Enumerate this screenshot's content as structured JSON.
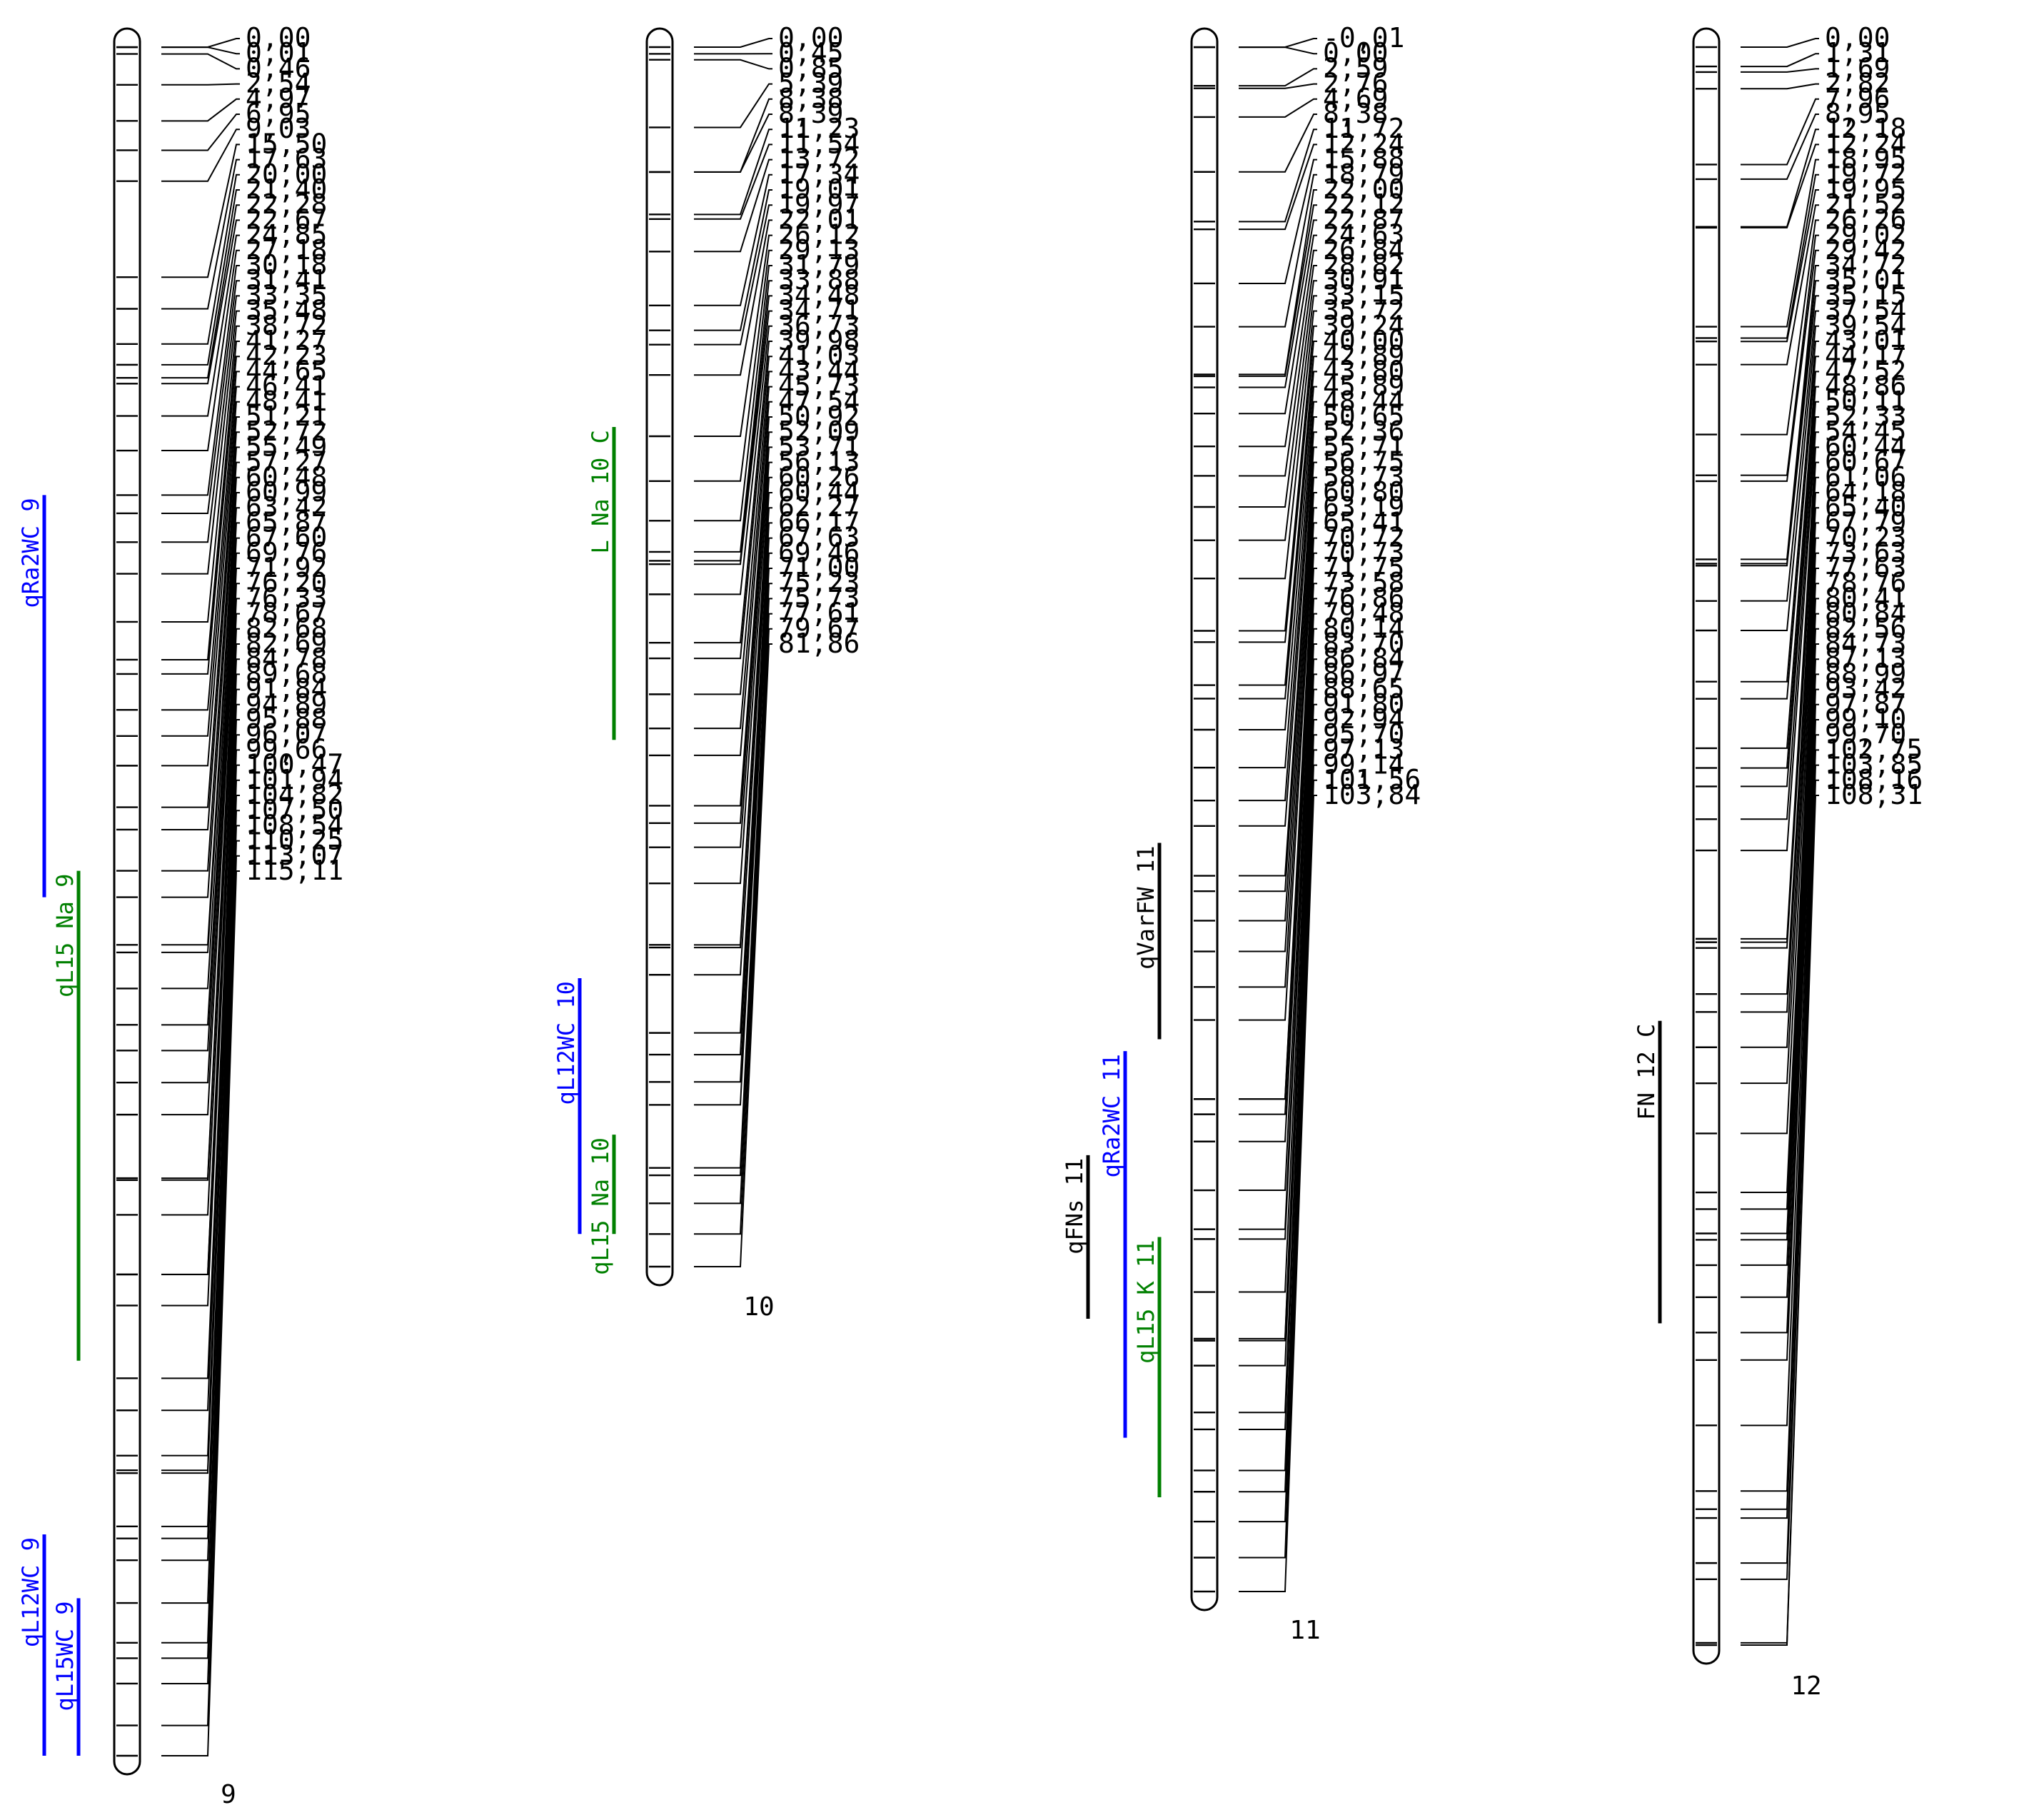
{
  "colors": {
    "ink": "#000000",
    "blue": "#0000ff",
    "green": "#008000"
  },
  "chromosomes": [
    {
      "name": "9",
      "positions": [
        "0,00",
        "0,01",
        "0,46",
        "2,54",
        "4,97",
        "6,95",
        "9,03",
        "15,50",
        "17,63",
        "20,00",
        "21,40",
        "22,28",
        "22,67",
        "24,85",
        "27,18",
        "30,18",
        "31,41",
        "33,35",
        "35,48",
        "38,72",
        "41,27",
        "42,23",
        "44,65",
        "46,41",
        "48,41",
        "51,21",
        "52,72",
        "55,49",
        "57,27",
        "60,48",
        "60,99",
        "63,42",
        "65,87",
        "67,60",
        "69,76",
        "71,92",
        "76,20",
        "76,33",
        "78,67",
        "82,68",
        "82,69",
        "84,78",
        "89,68",
        "91,84",
        "94,89",
        "95,88",
        "96,07",
        "99,66",
        "100,47",
        "101,94",
        "104,82",
        "107,50",
        "108,54",
        "110,25",
        "113,07",
        "115,11"
      ],
      "qtls": [
        {
          "label": "qRa2WC_9",
          "color": "blue",
          "start": 30.18,
          "end": 57.27,
          "lane": 0
        },
        {
          "label": "qL15_Na_9",
          "color": "green",
          "start": 55.49,
          "end": 88.5,
          "lane": 1
        },
        {
          "label": "qL12WC_9",
          "color": "blue",
          "start": 100.2,
          "end": 115.11,
          "lane": 0
        },
        {
          "label": "qL15WC_9",
          "color": "blue",
          "start": 104.5,
          "end": 115.11,
          "lane": 1
        }
      ]
    },
    {
      "name": "10",
      "positions": [
        "0,00",
        "0,45",
        "0,85",
        "5,39",
        "8,38",
        "8,39",
        "11,23",
        "11,54",
        "13,72",
        "17,34",
        "19,01",
        "19,97",
        "22,01",
        "26,12",
        "29,13",
        "31,79",
        "33,88",
        "34,48",
        "34,71",
        "36,73",
        "39,98",
        "41,03",
        "43,44",
        "45,73",
        "47,54",
        "50,92",
        "52,09",
        "53,71",
        "56,13",
        "60,26",
        "60,44",
        "62,27",
        "66,17",
        "67,63",
        "69,46",
        "71,00",
        "75,23",
        "75,73",
        "77,61",
        "79,67",
        "81,86"
      ],
      "qtls": [
        {
          "label": "L_Na_10_C",
          "color": "green",
          "start": 25.5,
          "end": 46.5,
          "lane": 1
        },
        {
          "label": "qL12WC_10",
          "color": "blue",
          "start": 62.5,
          "end": 79.67,
          "lane": 0
        },
        {
          "label": "qL15_Na_10",
          "color": "green",
          "start": 73.0,
          "end": 79.67,
          "lane": 1
        }
      ]
    },
    {
      "name": "11",
      "positions": [
        "-0,01",
        "0,00",
        "2,59",
        "2,76",
        "4,69",
        "8,38",
        "11,72",
        "12,24",
        "15,88",
        "18,79",
        "22,00",
        "22,12",
        "22,87",
        "24,63",
        "26,84",
        "28,82",
        "30,91",
        "33,15",
        "35,72",
        "39,24",
        "40,00",
        "42,89",
        "43,80",
        "45,89",
        "48,44",
        "50,65",
        "52,36",
        "55,71",
        "56,75",
        "58,73",
        "60,80",
        "63,19",
        "65,41",
        "70,72",
        "70,73",
        "71,75",
        "73,58",
        "76,86",
        "79,48",
        "80,14",
        "83,70",
        "86,84",
        "86,97",
        "88,65",
        "91,80",
        "92,94",
        "95,70",
        "97,13",
        "99,14",
        "101,56",
        "103,84"
      ],
      "qtls": [
        {
          "label": "qVarFW_11",
          "color": "ink",
          "start": 53.5,
          "end": 66.7,
          "lane": 2
        },
        {
          "label": "qFNs_11",
          "color": "ink",
          "start": 74.5,
          "end": 85.5,
          "lane": 0
        },
        {
          "label": "qRa2WC_11",
          "color": "blue",
          "start": 67.5,
          "end": 93.5,
          "lane": 1
        },
        {
          "label": "qL15_K_11",
          "color": "green",
          "start": 80.0,
          "end": 97.5,
          "lane": 2
        }
      ]
    },
    {
      "name": "12",
      "positions": [
        "0,00",
        "1,31",
        "1,69",
        "2,82",
        "7,96",
        "8,95",
        "12,18",
        "12,24",
        "18,95",
        "19,72",
        "19,95",
        "21,52",
        "26,26",
        "29,02",
        "29,42",
        "34,72",
        "35,01",
        "35,15",
        "37,54",
        "39,54",
        "43,01",
        "44,17",
        "47,52",
        "48,86",
        "50,11",
        "52,33",
        "54,45",
        "60,44",
        "60,67",
        "61,06",
        "64,18",
        "65,40",
        "67,79",
        "70,23",
        "73,63",
        "77,63",
        "78,76",
        "80,41",
        "80,84",
        "82,56",
        "84,73",
        "87,13",
        "88,99",
        "93,42",
        "97,87",
        "99,10",
        "99,70",
        "102,75",
        "103,85",
        "108,16",
        "108,31"
      ],
      "qtls": [
        {
          "label": "FN_12_C",
          "color": "ink",
          "start": 66.0,
          "end": 86.5,
          "lane": 0
        }
      ]
    }
  ]
}
